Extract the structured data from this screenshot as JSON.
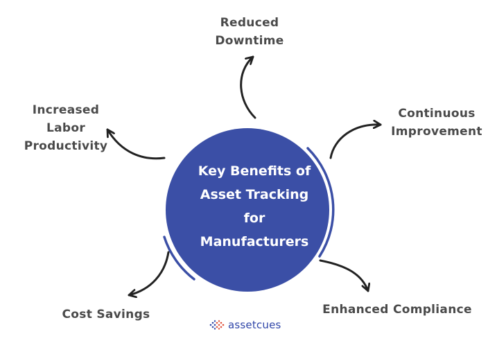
{
  "center": {
    "title": "Key Benefits of\nAsset Tracking\nfor\nManufacturers"
  },
  "benefits": {
    "reduced_downtime": "Reduced\nDowntime",
    "continuous_improvement": "Continuous\nImprovement",
    "enhanced_compliance": "Enhanced Compliance",
    "cost_savings": "Cost Savings",
    "labor_productivity": "Increased\nLabor\nProductivity"
  },
  "brand": {
    "name": "assetcues",
    "icon": "dotted-logo-icon"
  },
  "colors": {
    "circle_fill": "#3b4fa6",
    "circle_ring": "#3b4fa6",
    "text": "#4a4a4a",
    "arrow": "#222222",
    "brand": "#2f45a8"
  }
}
